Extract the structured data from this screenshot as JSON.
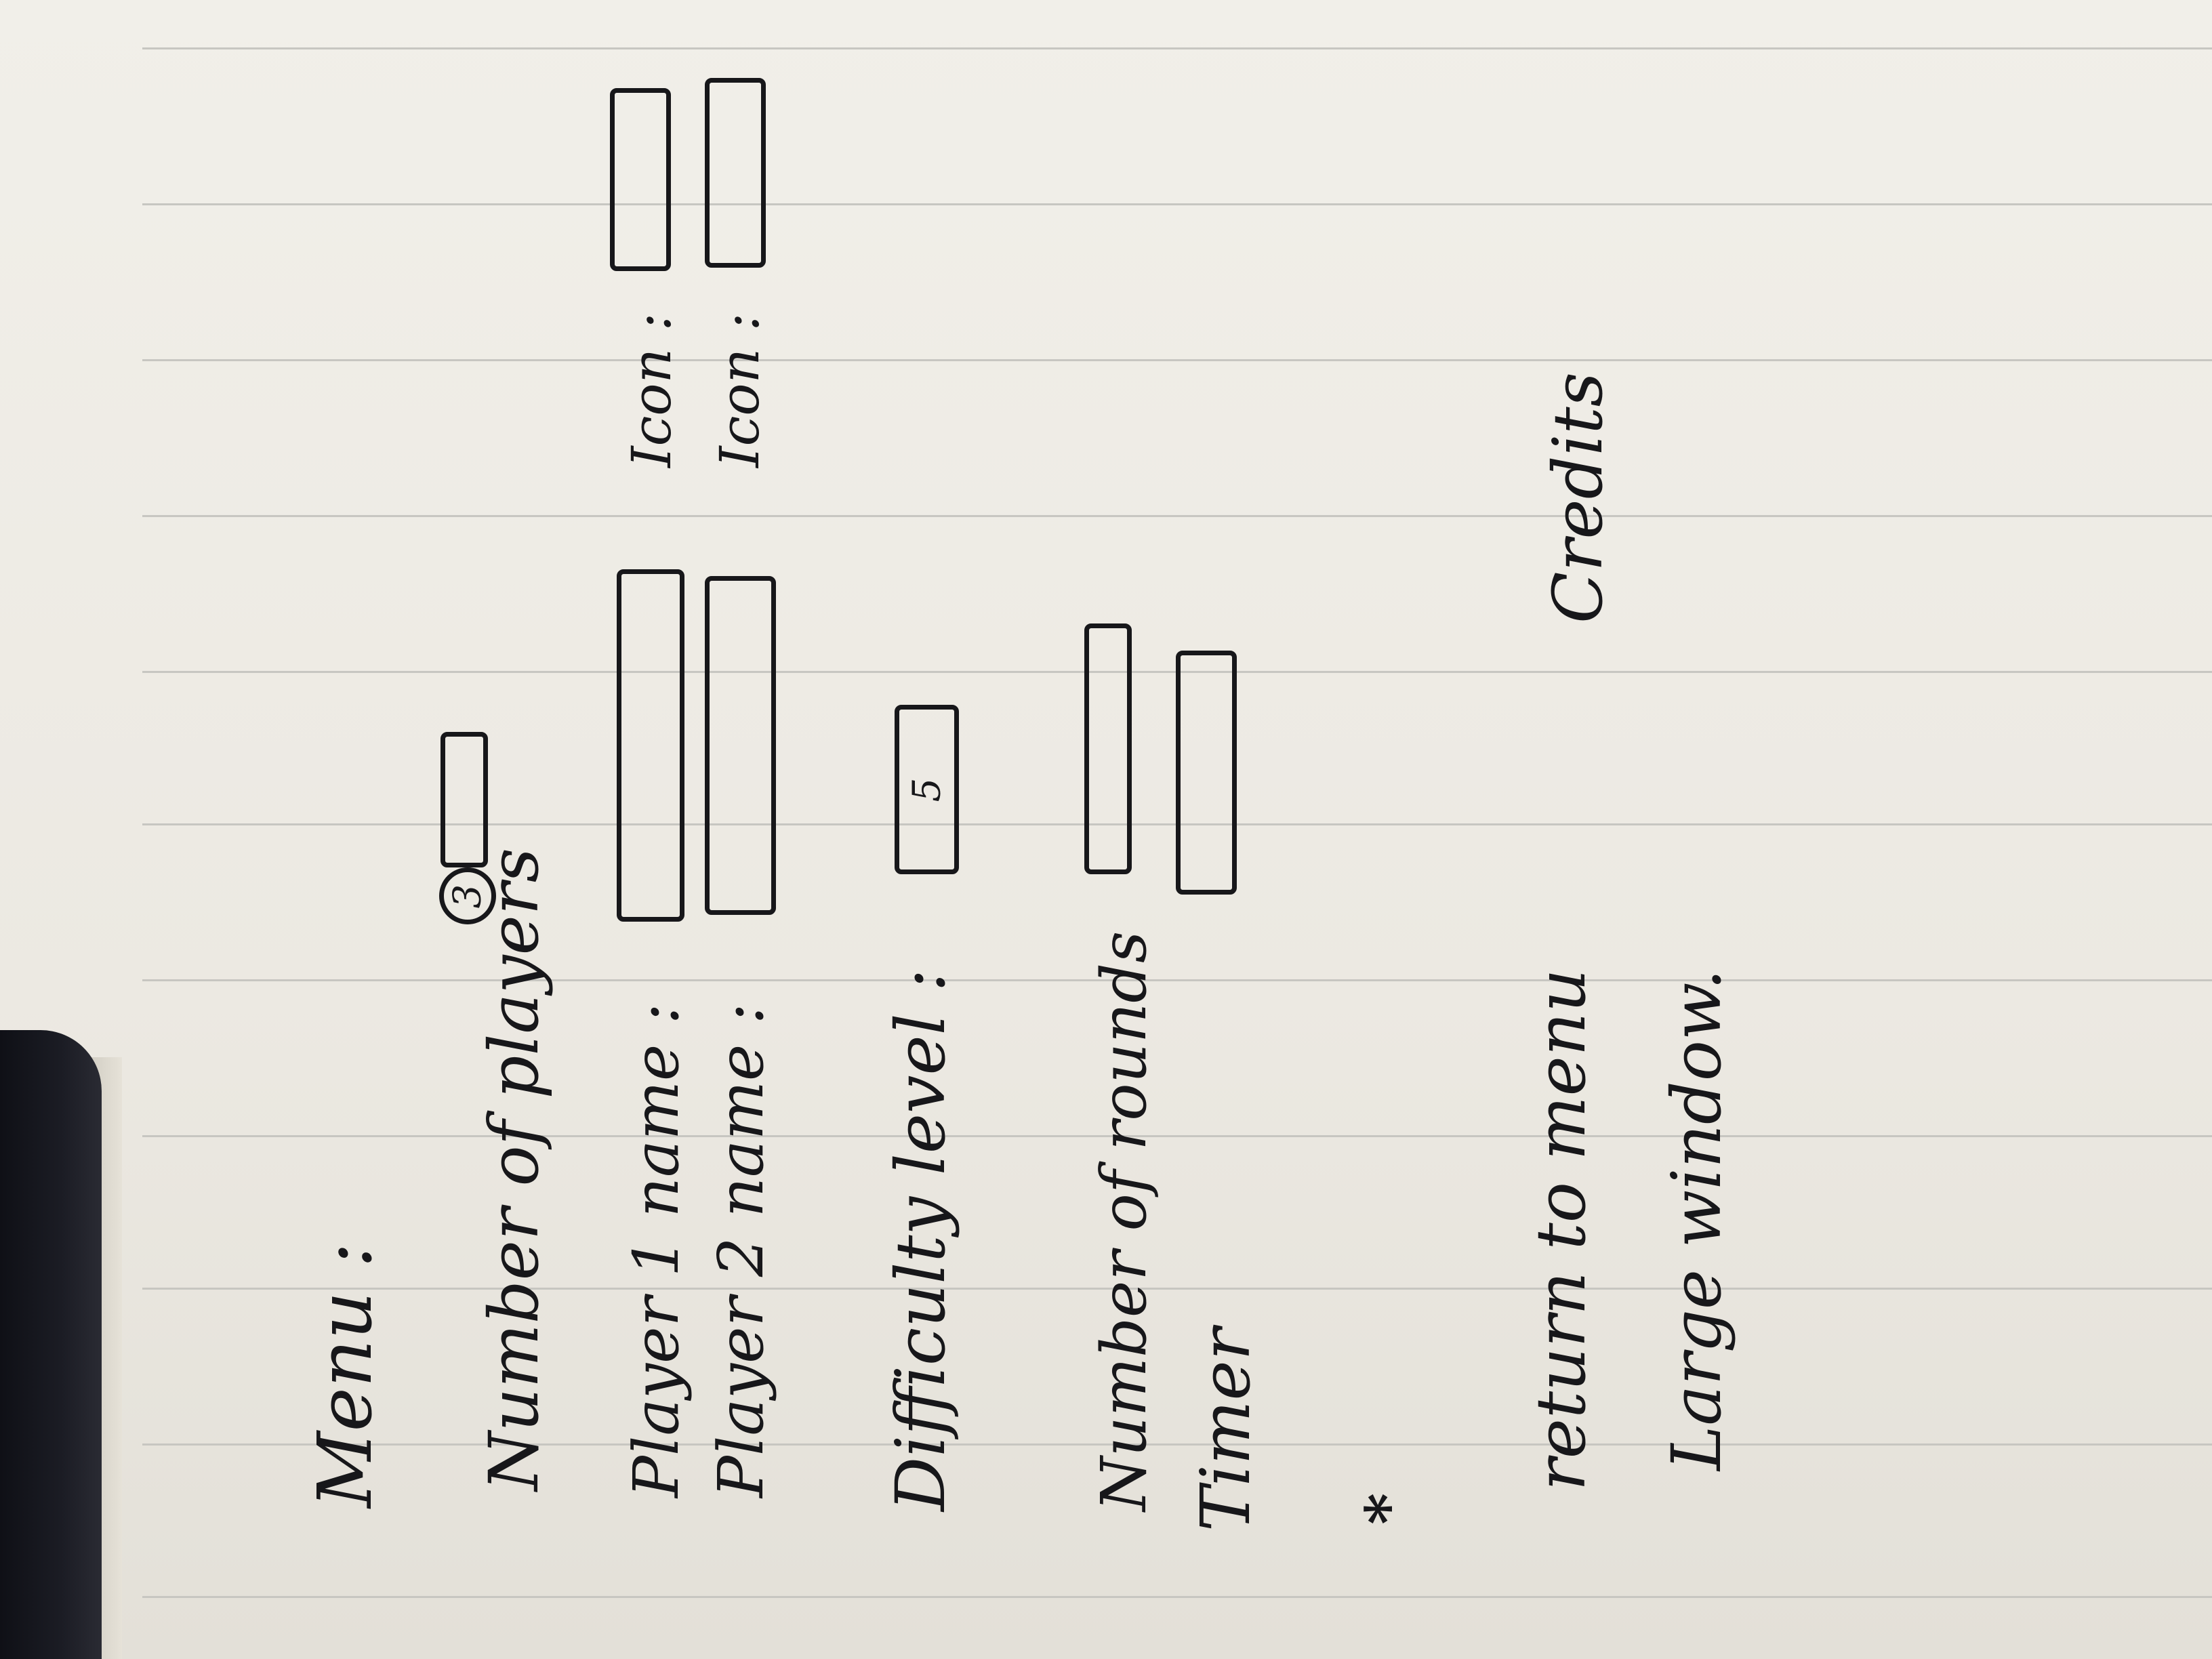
{
  "sketch": {
    "heading": "Menu :",
    "num_players": {
      "label": "Number of players",
      "value": "3"
    },
    "player1": {
      "label": "Player 1 name :"
    },
    "player2": {
      "label": "Player 2 name :"
    },
    "icon1": {
      "label": "Icon :"
    },
    "icon2": {
      "label": "Icon :"
    },
    "difficulty": {
      "label": "Difficulty level :",
      "value": "5"
    },
    "rounds": {
      "label": "Number of rounds"
    },
    "timer": {
      "label": "Timer"
    },
    "star": "*",
    "return_menu": {
      "label": "return to menu"
    },
    "credits": {
      "label": "Credits"
    },
    "large_window": {
      "label": "Large window."
    }
  },
  "colors": {
    "ink": "#17171a",
    "paper": "#f1efe9",
    "rule": "#c7c6c1",
    "binding": "#15161c"
  }
}
